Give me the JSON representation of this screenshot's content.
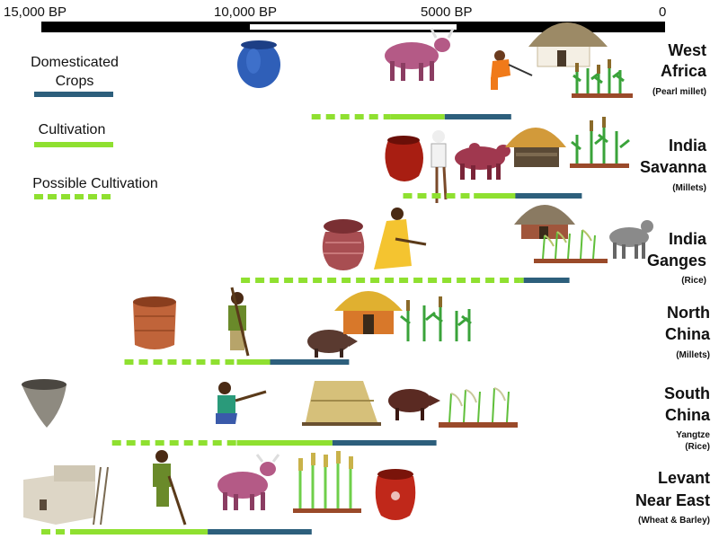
{
  "timeline": {
    "labels": [
      "15,000 BP",
      "10,000 BP",
      "5000 BP",
      "0"
    ]
  },
  "legend": {
    "domesticated": "Domesticated\nCrops",
    "cultivation": "Cultivation",
    "possible": "Possible Cultivation"
  },
  "colors": {
    "domesticated": "#2d5f7c",
    "cultivation": "#8fe030",
    "possible": "#8fe030",
    "timeline_bar": "#000000",
    "timeline_inner": "#ffffff"
  },
  "regions": [
    {
      "name_lines": [
        "West",
        "Africa"
      ],
      "crop": "(Pearl millet)",
      "possible_bp": [
        8500,
        6600
      ],
      "cultivation_bp": [
        6600,
        5300
      ],
      "domesticated_bp": [
        5300,
        3700
      ],
      "icons": [
        "pottery-vessel-icon",
        "cattle-icon",
        "farmer-icon",
        "hut-icon",
        "millet-field-icon"
      ]
    },
    {
      "name_lines": [
        "India",
        "Savanna"
      ],
      "crop": "(Millets)",
      "possible_bp": [
        6300,
        4600
      ],
      "cultivation_bp": [
        4600,
        3600
      ],
      "domesticated_bp": [
        3600,
        2000
      ],
      "icons": [
        "pottery-vessel-icon",
        "farmer-icon",
        "zebu-cattle-icon",
        "hut-icon",
        "millet-field-icon"
      ]
    },
    {
      "name_lines": [
        "India",
        "Ganges"
      ],
      "crop": "(Rice)",
      "possible_bp": [
        10200,
        3500
      ],
      "cultivation_bp": [
        3500,
        3400
      ],
      "domesticated_bp": [
        3400,
        2300
      ],
      "icons": [
        "pottery-vessel-icon",
        "farmer-icon",
        "hut-icon",
        "rice-field-icon",
        "zebu-cattle-icon"
      ]
    },
    {
      "name_lines": [
        "North",
        "China"
      ],
      "crop": "(Millets)",
      "possible_bp": [
        13000,
        10300
      ],
      "cultivation_bp": [
        10300,
        9500
      ],
      "domesticated_bp": [
        9500,
        7600
      ],
      "icons": [
        "pottery-vessel-icon",
        "farmer-icon",
        "boar-icon",
        "hut-icon",
        "millet-field-icon"
      ]
    },
    {
      "name_lines": [
        "South",
        "China"
      ],
      "crop_lines": [
        "Yangtze",
        "(Rice)"
      ],
      "possible_bp": [
        13300,
        10300
      ],
      "cultivation_bp": [
        10300,
        8000
      ],
      "domesticated_bp": [
        8000,
        5500
      ],
      "icons": [
        "pottery-vessel-icon",
        "farmer-icon",
        "longhouse-icon",
        "boar-icon",
        "rice-field-icon"
      ]
    },
    {
      "name_lines": [
        "Levant",
        "Near East"
      ],
      "crop": "(Wheat & Barley)",
      "possible_bp": [
        15000,
        14200
      ],
      "cultivation_bp": [
        14200,
        11000
      ],
      "domesticated_bp": [
        11000,
        8500
      ],
      "icons": [
        "mudbrick-house-icon",
        "farmer-icon",
        "cattle-icon",
        "wheat-field-icon",
        "pottery-vessel-icon"
      ]
    }
  ]
}
